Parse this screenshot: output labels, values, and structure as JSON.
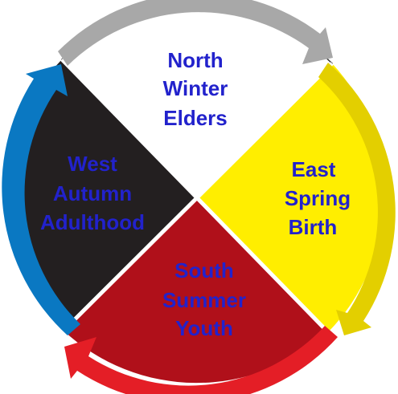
{
  "colors": {
    "label_text": "#2222cc",
    "north_fill": "#ffffff",
    "east_fill": "#ffee00",
    "south_fill": "#b0101a",
    "west_fill": "#231f20",
    "divider": "#ffffff",
    "outline": "#333333",
    "arrow_top": "#a8a8a8",
    "arrow_right": "#e3cf00",
    "arrow_bottom": "#e41e26",
    "arrow_left": "#0a78c2"
  },
  "quadrants": {
    "north": {
      "direction": "North",
      "season": "Winter",
      "stage": "Elders"
    },
    "east": {
      "direction": "East",
      "season": "Spring",
      "stage": "Birth"
    },
    "south": {
      "direction": "South",
      "season": "Summer",
      "stage": "Youth"
    },
    "west": {
      "direction": "West",
      "season": "Autumn",
      "stage": "Adulthood"
    }
  },
  "arrows": [
    {
      "id": "arrow-north-to-east",
      "color_key": "arrow_top",
      "icon": "curved-arrow-icon"
    },
    {
      "id": "arrow-east-to-south",
      "color_key": "arrow_right",
      "icon": "curved-arrow-icon"
    },
    {
      "id": "arrow-south-to-west",
      "color_key": "arrow_bottom",
      "icon": "curved-arrow-icon"
    },
    {
      "id": "arrow-west-to-north",
      "color_key": "arrow_left",
      "icon": "curved-arrow-icon"
    }
  ]
}
